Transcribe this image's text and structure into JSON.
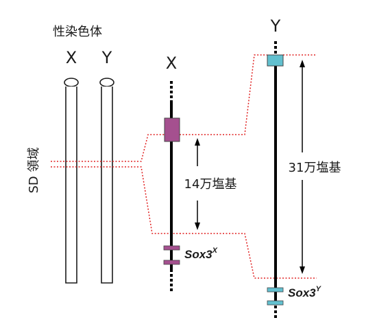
{
  "title": "性染色体",
  "left_chromosomes": {
    "x_label": "X",
    "y_label": "Y"
  },
  "sd_region_label": "SD 領域",
  "x_detail": {
    "label": "X",
    "distance_label": "14万塩基",
    "gene_name": "Sox3",
    "gene_sup": "X"
  },
  "y_detail": {
    "label": "Y",
    "distance_label": "31万塩基",
    "gene_name": "Sox3",
    "gene_sup": "Y"
  },
  "colors": {
    "x_marker": "#a5508f",
    "y_marker": "#62c0cf",
    "guide_line": "#e02020",
    "chromosome": "#000000"
  }
}
